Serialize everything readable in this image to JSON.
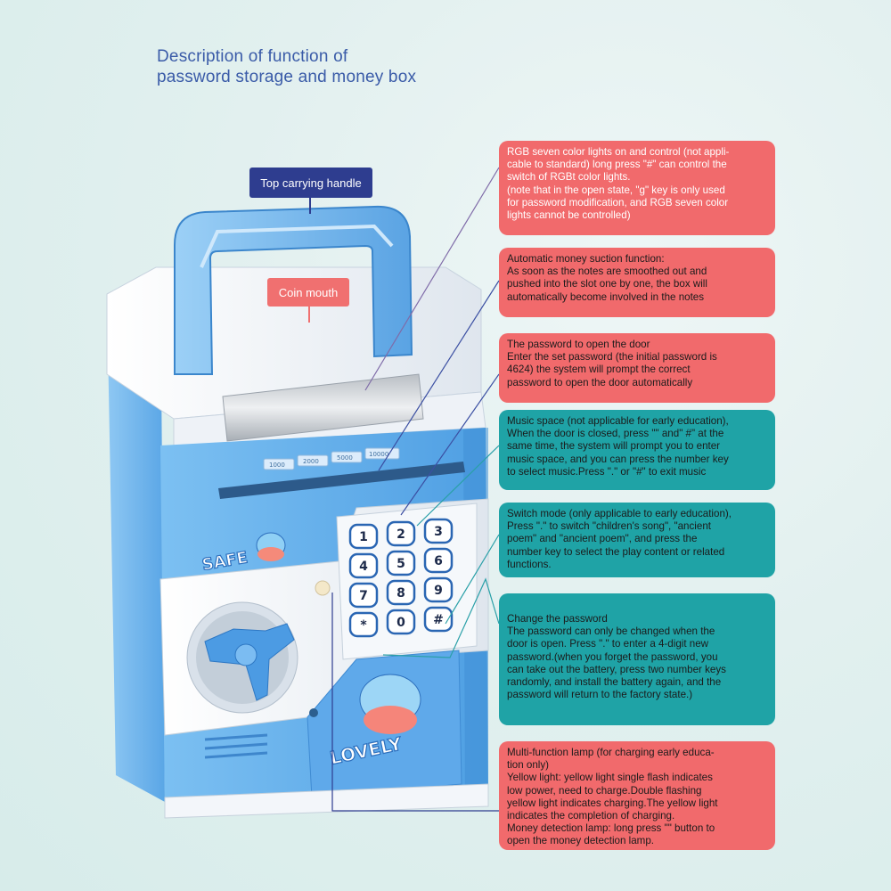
{
  "title_line1": "Description of function of",
  "title_line2": "password storage and money box",
  "labels": {
    "handle": "Top carrying handle",
    "coin": "Coin mouth"
  },
  "box": {
    "denominations": [
      "1000",
      "2000",
      "5000",
      "10000"
    ],
    "keys": [
      "1",
      "2",
      "3",
      "4",
      "5",
      "6",
      "7",
      "8",
      "9",
      "*",
      "0",
      "#"
    ],
    "brand_safe": "SAFE",
    "brand_lovely": "LOVELY"
  },
  "callouts": [
    {
      "text": "RGB seven color lights on and control (not appli-\ncable to standard) long press \"#\" can control the\nswitch of RGBt color lights.\n(note that in the open state, \"g\" key is only used\nfor password modification, and RGB seven color\nlights cannot be controlled)"
    },
    {
      "text": "Automatic money suction function:\nAs soon as the notes are smoothed out and\npushed into the slot one by one, the box will\nautomatically become involved in the notes"
    },
    {
      "text": "The password to open the door\nEnter the set password (the initial password is\n4624) the system will prompt the correct\npassword to open the door automatically"
    },
    {
      "text": "Music space (not applicable for early education),\nWhen the door is closed, press \"\" and\" #\" at the\nsame time, the system will prompt you to enter\nmusic space, and you can press the number key\nto select music.Press \".\" or \"#\" to exit music"
    },
    {
      "text": "Switch mode (only applicable to early education),\nPress \".\" to switch \"children's song\", \"ancient\npoem\" and \"ancient poem\", and press the\nnumber key to select the play content or related\nfunctions."
    },
    {
      "text": "Change the password\nThe password can only be changed when the\ndoor is open. Press \".\" to enter a 4-digit new\npassword.(when you forget the password, you\ncan take out the battery, press two number keys\nrandomly, and install the battery again, and the\npassword will return to the factory state.)"
    },
    {
      "text": "Multi-function lamp (for charging early educa-\ntion only)\nYellow light: yellow light single flash indicates\nlow power, need to charge.Double flashing\nyellow light indicates charging.The yellow light\nindicates the completion of charging.\nMoney detection lamp: long press \"\" button to\nopen the money detection lamp."
    }
  ],
  "colors": {
    "red": "#f16a6c",
    "teal": "#1fa3a6",
    "navy": "#2e3d8f",
    "box_blue": "#6fb6ee",
    "box_white": "#eef2f7"
  }
}
